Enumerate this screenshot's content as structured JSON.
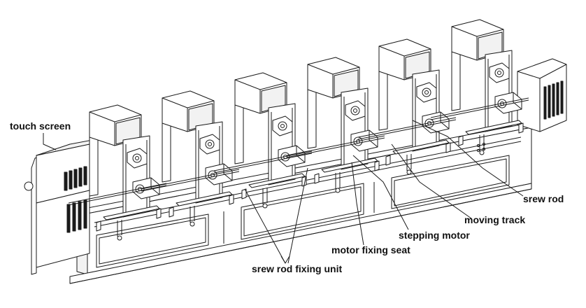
{
  "labels": {
    "touch_screen": "touch screen",
    "srew_rod": "srew rod",
    "moving_track": "moving track",
    "stepping_motor": "stepping motor",
    "motor_fixing_seat": "motor fixing seat",
    "srew_rod_fixing_unit": "srew rod fixing unit"
  },
  "station_count": 6,
  "colors": {
    "line": "#1a1a1a",
    "fill": "#ffffff",
    "shade": "#f2f2f2",
    "text": "#111111"
  }
}
